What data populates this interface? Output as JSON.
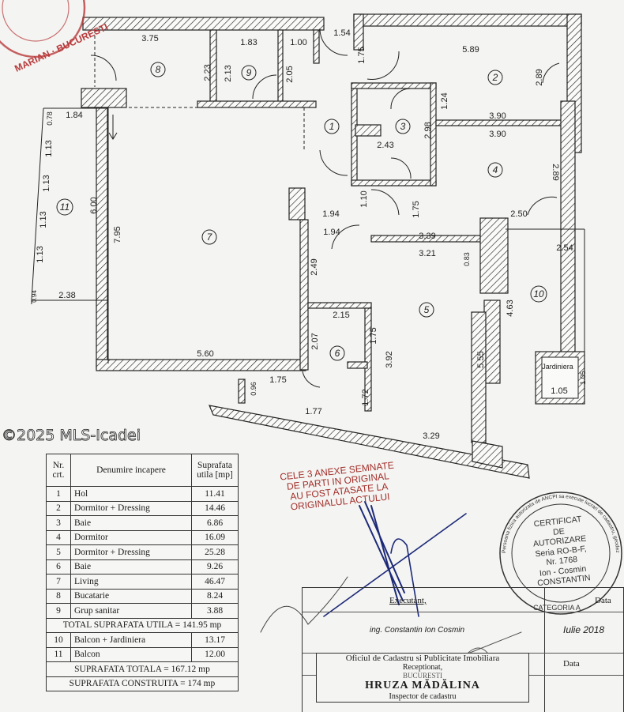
{
  "plan": {
    "room_numbers": [
      "1",
      "2",
      "3",
      "4",
      "5",
      "6",
      "7",
      "8",
      "9",
      "10",
      "11"
    ],
    "dims": [
      "3.75",
      "1.83",
      "1.00",
      "1.54",
      "2.23",
      "2.13",
      "2.05",
      "1.84",
      "0.78",
      "1.13",
      "1.13",
      "1.13",
      "1.13",
      "6.00",
      "7.95",
      "0.94",
      "2.38",
      "1.75",
      "5.89",
      "2.89",
      "1.24",
      "3.90",
      "3.90",
      "2.98",
      "2.43",
      "2.89",
      "1.10",
      "1.94",
      "1.94",
      "1.75",
      "2.50",
      "3.39",
      "3.21",
      "2.54",
      "0.83",
      "2.49",
      "4.63",
      "2.15",
      "1.75",
      "2.07",
      "3.92",
      "5.55",
      "5.60",
      "1.75",
      "0.96",
      "1.72",
      "1.77",
      "3.29",
      "1.05",
      "1.05"
    ],
    "jardiniera_label": "Jardiniera"
  },
  "legend": {
    "headers": {
      "nr": "Nr. crt.",
      "name": "Denumire incapere",
      "area": "Suprafata utila [mp]"
    },
    "rows": [
      {
        "nr": "1",
        "name": "Hol",
        "area": "11.41"
      },
      {
        "nr": "2",
        "name": "Dormitor + Dressing",
        "area": "14.46"
      },
      {
        "nr": "3",
        "name": "Baie",
        "area": "6.86"
      },
      {
        "nr": "4",
        "name": "Dormitor",
        "area": "16.09"
      },
      {
        "nr": "5",
        "name": "Dormitor + Dressing",
        "area": "25.28"
      },
      {
        "nr": "6",
        "name": "Baie",
        "area": "9.26"
      },
      {
        "nr": "7",
        "name": "Living",
        "area": "46.47"
      },
      {
        "nr": "8",
        "name": "Bucatarie",
        "area": "8.24"
      },
      {
        "nr": "9",
        "name": "Grup sanitar",
        "area": "3.88"
      }
    ],
    "total_utila": "TOTAL SUPRAFATA UTILA = 141.95 mp",
    "balcony_rows": [
      {
        "nr": "10",
        "name": "Balcon + Jardiniera",
        "area": "13.17"
      },
      {
        "nr": "11",
        "name": "Balcon",
        "area": "12.00"
      }
    ],
    "total": "SUPRAFATA TOTALA = 167.12 mp",
    "construita": "SUPRAFATA CONSTRUITA = 174 mp"
  },
  "red_stamp": {
    "annex_lines": [
      "CELE 3 ANEXE SEMNATE",
      "DE PARTI IN ORIGINAL",
      "AU FOST ATASATE LA",
      "ORIGINALUL ACTULUI"
    ],
    "corner_seal": "MARIAN · BUCURESTI"
  },
  "certificate": {
    "lines": [
      "CERTIFICAT",
      "DE",
      "AUTORIZARE",
      "Seria RO-B-F,",
      "Nr. 1768",
      "Ion - Cosmin",
      "CONSTANTIN"
    ],
    "ring_top": "Persoana fizica autorizata de ANCPI sa execute lucrari de cadastru, geodezie si cartografie",
    "ring_bottom": "CATEGORIA A"
  },
  "title_block": {
    "executant_label": "Executant,",
    "executant_name": "ing. Constantin Ion Cosmin",
    "date_label": "Data",
    "date_value": "Iulie 2018",
    "office": "Oficiul de Cadastru si Publicitate Imobiliara",
    "receptionat": "Receptionat,",
    "city": "BUCURESTI",
    "inspector_name": "HRUZA MĂDĂLINA",
    "inspector_title": "Inspector de cadastru",
    "date_label_2": "Data"
  },
  "watermark": "©2025 MLS-Icadei"
}
